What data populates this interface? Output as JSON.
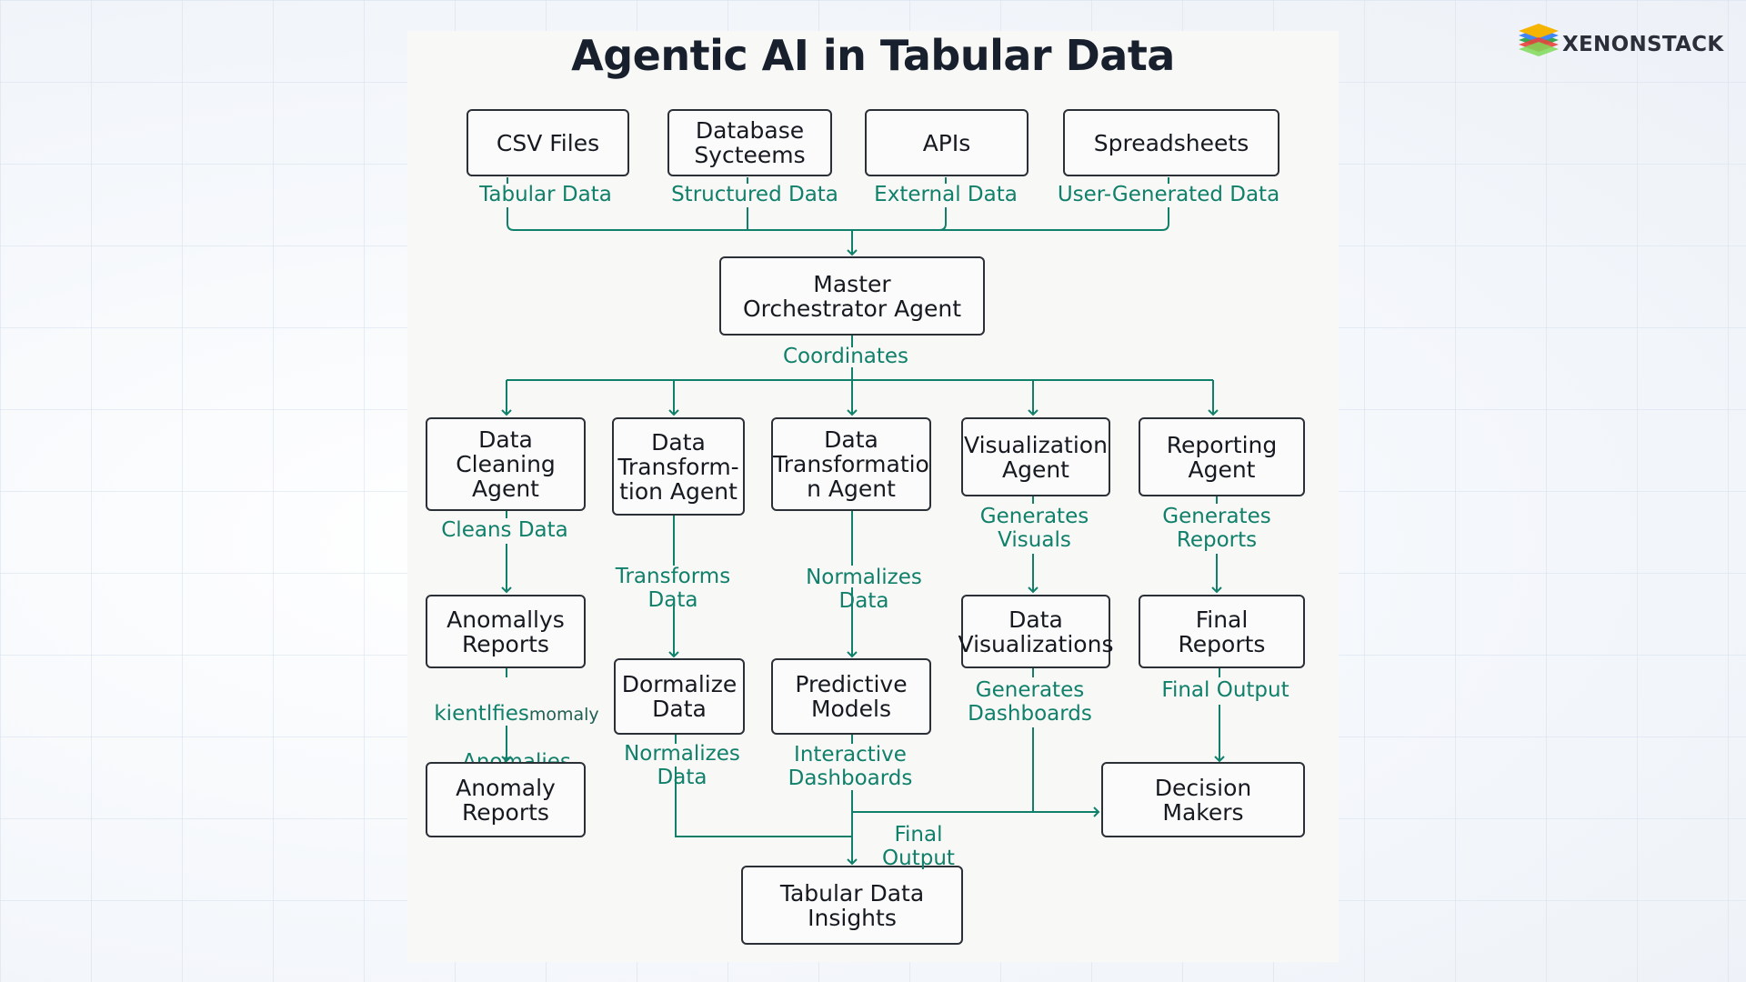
{
  "title": "Agentic AI in Tabular Data",
  "brand": {
    "name": "XENONSTACK",
    "colors": [
      "#e8453c",
      "#f4b400",
      "#4285f4",
      "#34a853"
    ]
  },
  "sources": [
    {
      "name": "CSV Files",
      "label": "Tabular Data"
    },
    {
      "name": "Database\nSycteems",
      "label": "Structured Data"
    },
    {
      "name": "APIs",
      "label": "External Data"
    },
    {
      "name": "Spreadsheets",
      "label": "User-Generated Data"
    }
  ],
  "orchestrator": {
    "name": "Master\nOrchestrator Agent",
    "label": "Coordinates"
  },
  "agents": [
    {
      "name": "Data\nCleaning\nAgent",
      "label": "Cleans Data"
    },
    {
      "name": "Data\nTransform-\ntion Agent",
      "label": "Transforms\nData"
    },
    {
      "name": "Data\nTransformatio\nn Agent",
      "label": "Normalizes Data"
    },
    {
      "name": "Visualization\nAgent",
      "label": "Generates\nVisuals"
    },
    {
      "name": "Reporting\nAgent",
      "label": "Generates\nReports"
    }
  ],
  "outputs": [
    {
      "name": "Anomallys\nReports",
      "label": "kientlfies",
      "label_overlay": "momaly",
      "label_line2": "Anomalies"
    },
    {
      "name": "Dormalize\nData",
      "label": "Normalizes Data"
    },
    {
      "name": "Predictive\nModels",
      "label": "Interactive\nDashboards"
    },
    {
      "name": "Data\nVisualizations",
      "label": "Generates\nDashboards"
    },
    {
      "name": "Final\nReports",
      "label": "Final Output"
    }
  ],
  "final_nodes": {
    "anomaly_reports": "Anomaly\nReports",
    "decision_makers": "Decision\nMakers",
    "insights": "Tabular Data\nInsights",
    "final_output_label": "Final Output"
  },
  "colors": {
    "line": "#11806a",
    "box_border": "#2b2f36",
    "text": "#161a20",
    "title": "#17202c"
  }
}
